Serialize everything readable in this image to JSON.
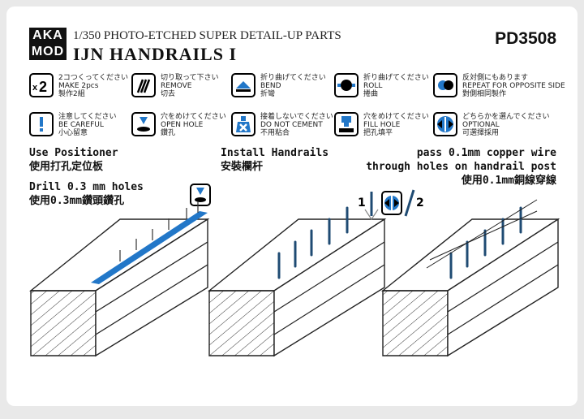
{
  "header": {
    "logo_top": "AKA",
    "logo_bottom": "MOD",
    "subtitle": "1/350 PHOTO-ETCHED SUPER DETAIL-UP PARTS",
    "title": "IJN HANDRAILS I",
    "code": "PD3508"
  },
  "legend": [
    {
      "icon": "make-two-icon",
      "jp": "2コつくってください",
      "en": "MAKE 2pcs",
      "zh": "製作2組"
    },
    {
      "icon": "cut-icon",
      "jp": "切り取って下さい",
      "en": "REMOVE",
      "zh": "切去"
    },
    {
      "icon": "bend-icon",
      "jp": "折り曲げてください",
      "en": "BEND",
      "zh": "折彎"
    },
    {
      "icon": "roll-icon",
      "jp": "折り曲げてください",
      "en": "ROLL",
      "zh": "捲曲"
    },
    {
      "icon": "repeat-icon",
      "jp": "反対側にもあります",
      "en": "REPEAT FOR OPPOSITE SIDE",
      "zh": "對側相同製作"
    },
    {
      "icon": "caution-icon",
      "jp": "注意してください",
      "en": "BE CAREFUL",
      "zh": "小心留意"
    },
    {
      "icon": "open-hole-icon",
      "jp": "穴をめけてください",
      "en": "OPEN HOLE",
      "zh": "鑽孔"
    },
    {
      "icon": "no-cement-icon",
      "jp": "接着しないでください",
      "en": "DO NOT CEMENT",
      "zh": "不用粘合"
    },
    {
      "icon": "fill-hole-icon",
      "jp": "穴をめけてください",
      "en": "FILL HOLE",
      "zh": "把孔填平"
    },
    {
      "icon": "optional-icon",
      "jp": "どちらかを選んでください",
      "en": "OPTIONAL",
      "zh": "可選擇採用"
    }
  ],
  "steps": {
    "positioner_en": "Use Positioner",
    "positioner_zh": "使用打孔定位板",
    "drill_en": "Drill 0.3 mm holes",
    "drill_zh": "使用0.3mm鑽頭鑽孔",
    "install_en": "Install Handrails",
    "install_zh": "安裝欄杆",
    "wire_en1": "pass 0.1mm copper wire",
    "wire_en2": "through holes on handrail post",
    "wire_zh": "使用0.1mm銅線穿線",
    "option_1": "1",
    "option_2": "2"
  },
  "colors": {
    "accent": "#2277c8",
    "post": "#1f4b73",
    "line": "#222222"
  }
}
